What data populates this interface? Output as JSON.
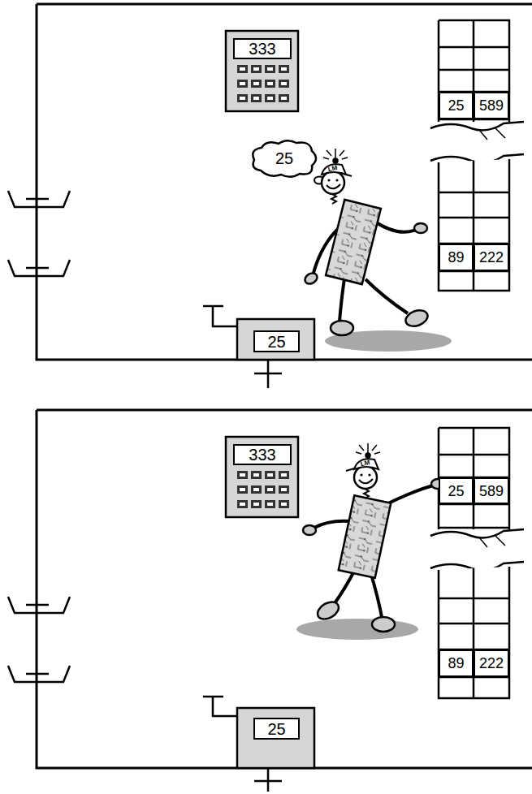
{
  "diagram": {
    "nodes": [
      {
        "text": [
          "333"
        ]
      },
      {
        "text": [
          "25"
        ]
      },
      {
        "text": [
          "25"
        ]
      },
      {
        "text": [
          "589"
        ]
      },
      {
        "text": [
          "89"
        ]
      },
      {
        "text": [
          "222"
        ]
      },
      {
        "text": [
          "25"
        ]
      },
      {
        "text": [
          "333"
        ]
      },
      {
        "text": [
          "25"
        ]
      },
      {
        "text": [
          "589"
        ]
      },
      {
        "text": [
          "89"
        ]
      },
      {
        "text": [
          "222"
        ]
      },
      {
        "text": [
          "25"
        ]
      }
    ],
    "labels": [
      "LM",
      "LM"
    ]
  }
}
